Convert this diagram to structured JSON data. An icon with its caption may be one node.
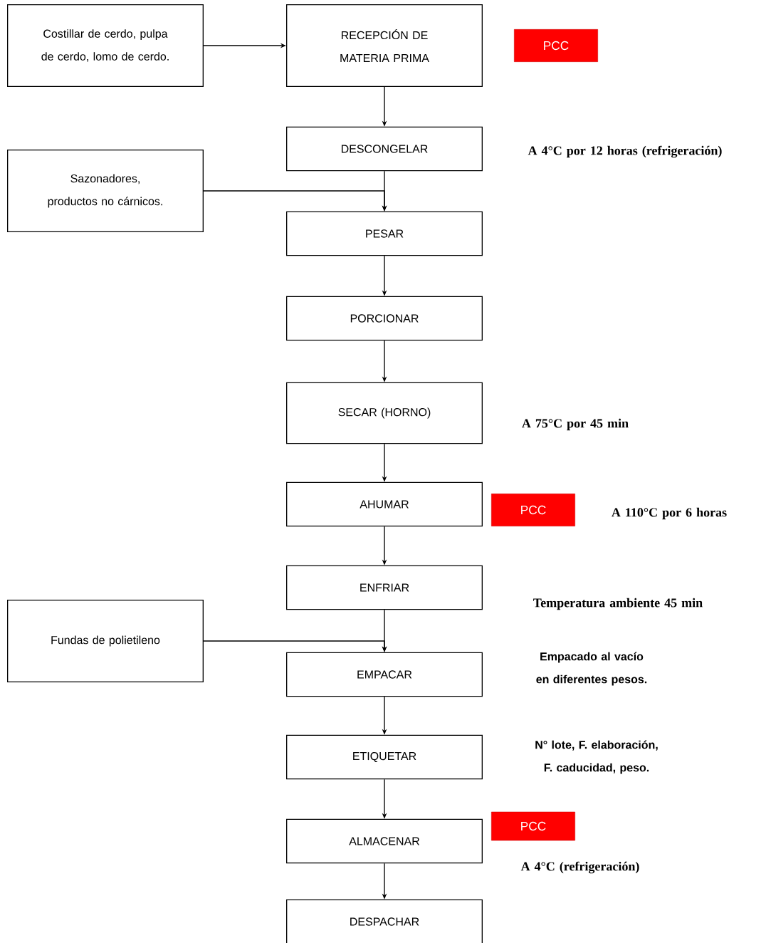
{
  "diagram": {
    "nodes": [
      {
        "text": [
          "Costillar de cerdo, pulpa de cerdo, lomo de cerdo."
        ]
      },
      {
        "text": [
          "RECEPCIÓN DE MATERIA PRIMA"
        ]
      },
      {
        "text": [
          "PCC"
        ]
      },
      {
        "text": [
          "DESCONGELAR"
        ],
        "beside": [
          "A 4°C por 12 horas (refrigeración)"
        ]
      },
      {
        "text": [
          "Sazonadores, productos no cárnicos."
        ]
      },
      {
        "text": [
          "PESAR"
        ]
      },
      {
        "text": [
          "PORCIONAR"
        ]
      },
      {
        "text": [
          "SECAR (HORNO)"
        ],
        "beside": [
          "A 75°C por 45 min"
        ]
      },
      {
        "text": [
          "AHUMAR"
        ]
      },
      {
        "text": [
          "PCC"
        ],
        "beside": [
          "A 110°C por 6 horas"
        ]
      },
      {
        "text": [
          "ENFRIAR"
        ],
        "beside": [
          "Temperatura ambiente 45 min"
        ]
      },
      {
        "text": [
          "Fundas de polietileno"
        ]
      },
      {
        "text": [
          "EMPACAR"
        ]
      },
      {
        "text": [
          "ETIQUETAR"
        ]
      },
      {
        "text": [
          "ALMACENAR"
        ]
      },
      {
        "text": [
          "PCC"
        ],
        "beside": [
          "A 4°C (refrigeración)"
        ]
      },
      {
        "text": [
          "DESPACHAR"
        ]
      }
    ],
    "edges": [
      {
        "from": 0,
        "to": 1,
        "arrow": "to"
      },
      {
        "from": 1,
        "to": 3,
        "arrow": "to"
      },
      {
        "from": 3,
        "to": 5,
        "arrow": "to"
      },
      {
        "from": 4,
        "to": 5,
        "arrow": "to"
      },
      {
        "from": 5,
        "to": 6,
        "arrow": "to"
      },
      {
        "from": 6,
        "to": 7,
        "arrow": "to"
      },
      {
        "from": 7,
        "to": 8,
        "arrow": "to"
      },
      {
        "from": 8,
        "to": 10,
        "arrow": "to"
      },
      {
        "from": 10,
        "to": 12,
        "arrow": "to"
      },
      {
        "from": 11,
        "to": 12,
        "arrow": "to"
      },
      {
        "from": 12,
        "to": 13,
        "arrow": "to"
      },
      {
        "from": 13,
        "to": 14,
        "arrow": "to"
      },
      {
        "from": 14,
        "to": 16,
        "arrow": "to"
      }
    ],
    "labels": [
      "Empacado al vacío en diferentes pesos.",
      "N° lote, F. elaboración, F. caducidad, peso."
    ]
  }
}
